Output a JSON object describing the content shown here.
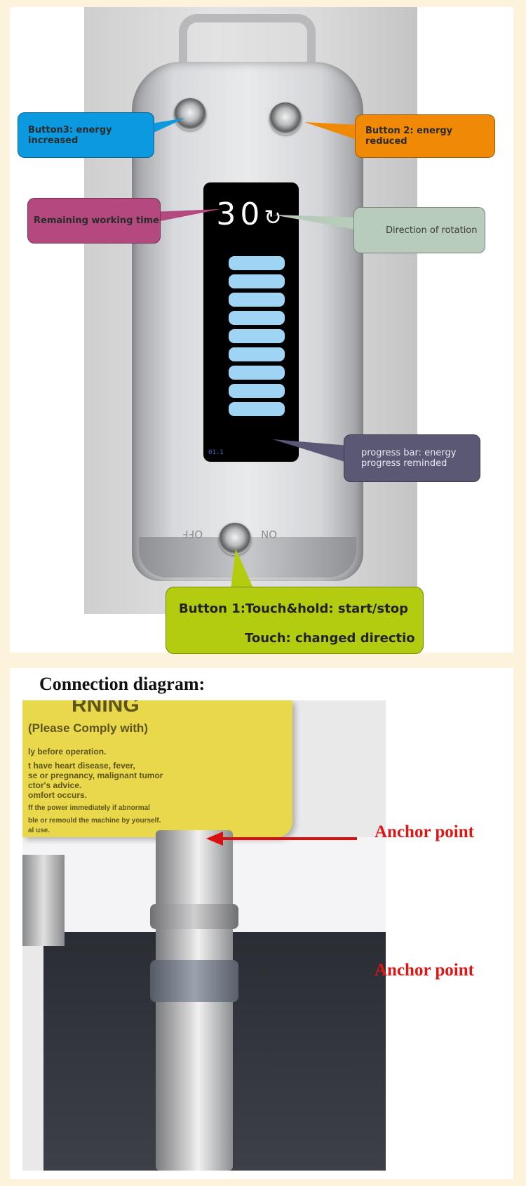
{
  "device_diagram": {
    "screen_time": "30",
    "screen_direction_symbol": "↻",
    "screen_level_count": 9,
    "screen_small_text": "01.1",
    "on_label": "ON",
    "off_label": "OFF",
    "callouts": {
      "button3": "Button3: energy increased",
      "button2": "Button 2: energy reduced",
      "remaining_time": "Remaining working time",
      "direction": "Direction of rotation",
      "progress_bar": "progress bar: energy progress reminded",
      "button1_line1": "Button 1:Touch&hold: start/stop",
      "button1_line2": "Touch: changed directio"
    },
    "colors": {
      "button3": "#0b9ae0",
      "button2": "#f08a06",
      "remaining_time": "#b3497f",
      "direction": "#b7ccbb",
      "progress_bar": "#5b5876",
      "button1": "#b3cc0f",
      "screen_bar": "#9fd4f4"
    }
  },
  "connection": {
    "title": "Connection diagram:",
    "anchor_label_1": "Anchor point",
    "anchor_label_2": "Anchor point",
    "sign_lines": [
      "RNING",
      "(Please Comply with)",
      "ly before operation.",
      "t have heart disease, fever,",
      "se or pregnancy, malignant tumor",
      "ctor's advice.",
      "omfort occurs.",
      "ff the power immediately if abnormal",
      "ble or remould the machine by yourself.",
      "al use."
    ],
    "arrow_color": "#d80f0f"
  }
}
